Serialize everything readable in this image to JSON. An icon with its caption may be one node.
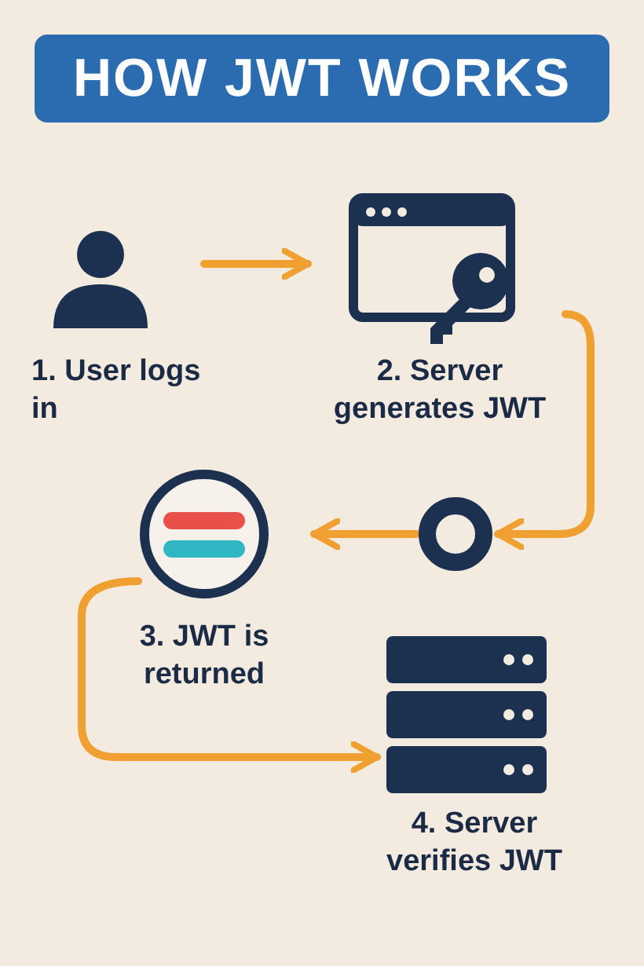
{
  "diagram": {
    "title": "HOW JWT WORKS",
    "nodes": [
      {
        "text": [
          "1. User logs in"
        ]
      },
      {
        "text": [
          "2. Server generates JWT"
        ]
      },
      {
        "text": [],
        "shape": "circle"
      },
      {
        "text": [
          "3. JWT is returned"
        ]
      },
      {
        "text": [
          "4. Server verifies JWT"
        ]
      }
    ],
    "edges": [
      {
        "from": 0,
        "to": 1,
        "arrow": "to"
      },
      {
        "from": 1,
        "to": 2,
        "arrow": "to"
      },
      {
        "from": 2,
        "to": 3,
        "arrow": "to"
      },
      {
        "from": 3,
        "to": 4,
        "arrow": "to"
      }
    ]
  }
}
